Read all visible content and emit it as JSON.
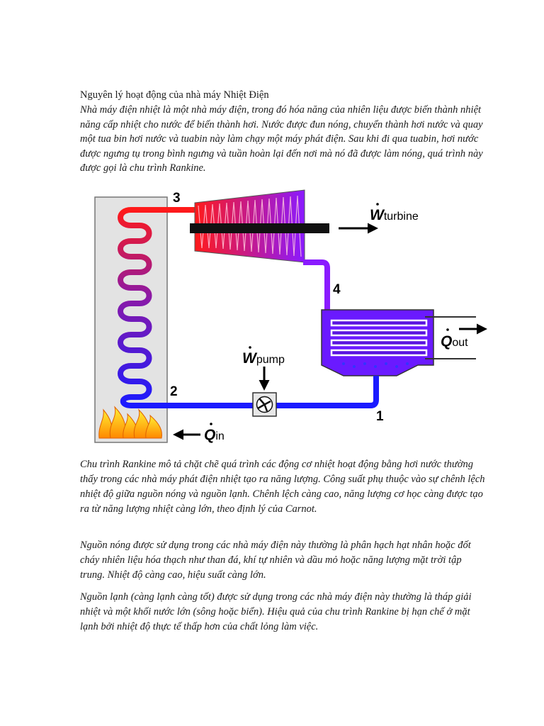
{
  "document": {
    "title": "Nguyên lý hoạt động của nhà máy Nhiệt Điện",
    "intro": "Nhà máy điện nhiệt là một nhà máy điện, trong đó hóa năng của nhiên liệu được biến thành nhiệt năng cấp nhiệt cho nước để biến thành hơi. Nước được đun nóng, chuyển thành hơi nước và quay một tua bin hơi nước và tuabin này làm chạy một máy phát điện. Sau khi đi qua tuabin, hơi nước được ngưng tụ trong bình ngưng và tuần hoàn lại đến nơi mà nó đã được làm nóng, quá trình này được gọi là chu trình Rankine.",
    "paragraph_1": "Chu trình Rankine mô tả chặt chẽ quá trình các động cơ nhiệt hoạt động bằng hơi nước thường thấy trong các nhà máy phát điện nhiệt tạo ra năng lượng. Công suất phụ thuộc vào sự chênh lệch nhiệt độ giữa nguồn nóng và nguồn lạnh. Chênh lệch càng cao, năng lượng cơ học càng được tạo ra từ năng lượng nhiệt càng lớn, theo định lý của Carnot.",
    "paragraph_2": "Nguồn nóng được sử dụng trong các nhà máy điện này thường là phân hạch hạt nhân hoặc đốt cháy nhiên liệu hóa thạch như than đá, khí tự nhiên và dầu mỏ hoặc năng lượng mặt trời tập trung. Nhiệt độ càng cao, hiệu suất càng lớn.",
    "paragraph_3": "Nguồn lạnh (càng lạnh càng tốt) được sử dụng trong các nhà máy điện này thường là tháp giải nhiệt và một khối nước lớn (sông hoặc biển). Hiệu quả của chu trình Rankine bị hạn chế ở mặt lạnh bởi nhiệt độ thực tế thấp hơn của chất lỏng làm việc."
  },
  "diagram": {
    "points": {
      "p1": "1",
      "p2": "2",
      "p3": "3",
      "p4": "4"
    },
    "w_symbol": "W",
    "q_symbol": "Q",
    "w_turbine_sub": "turbine",
    "w_pump_sub": "pump",
    "q_out_sub": "out",
    "q_in_sub": "in"
  },
  "colors": {
    "hot": "#ff1a1a",
    "mid": "#8a1aa8",
    "cold": "#1a1aff",
    "condenser": "#6a1aff",
    "boiler_bg": "#e3e3e3"
  }
}
